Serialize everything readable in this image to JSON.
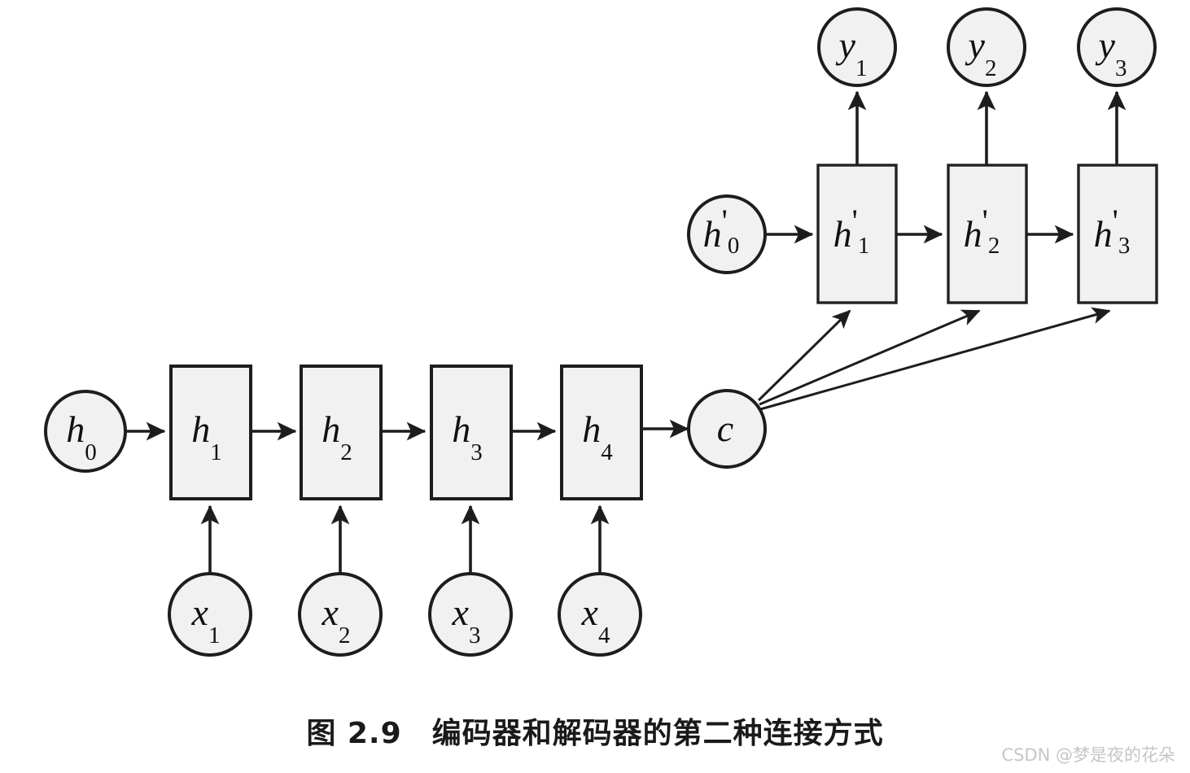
{
  "figure": {
    "caption": "图 2.9　编码器和解码器的第二种连接方式",
    "watermark": "CSDN @梦是夜的花朵",
    "background_color": "#ffffff",
    "node_fill_color": "#f1f1f1",
    "stroke_color": "#1d1d1d"
  },
  "encoder": {
    "init_state": {
      "base": "h",
      "sub": "0",
      "prime": ""
    },
    "hidden_states": [
      {
        "base": "h",
        "sub": "1",
        "prime": ""
      },
      {
        "base": "h",
        "sub": "2",
        "prime": ""
      },
      {
        "base": "h",
        "sub": "3",
        "prime": ""
      },
      {
        "base": "h",
        "sub": "4",
        "prime": ""
      }
    ],
    "inputs": [
      {
        "base": "x",
        "sub": "1",
        "prime": ""
      },
      {
        "base": "x",
        "sub": "2",
        "prime": ""
      },
      {
        "base": "x",
        "sub": "3",
        "prime": ""
      },
      {
        "base": "x",
        "sub": "4",
        "prime": ""
      }
    ]
  },
  "context": {
    "base": "c",
    "sub": "",
    "prime": ""
  },
  "decoder": {
    "init_state": {
      "base": "h",
      "sub": "0",
      "prime": "'"
    },
    "hidden_states": [
      {
        "base": "h",
        "sub": "1",
        "prime": "'"
      },
      {
        "base": "h",
        "sub": "2",
        "prime": "'"
      },
      {
        "base": "h",
        "sub": "3",
        "prime": "'"
      }
    ],
    "outputs": [
      {
        "base": "y",
        "sub": "1",
        "prime": ""
      },
      {
        "base": "y",
        "sub": "2",
        "prime": ""
      },
      {
        "base": "y",
        "sub": "3",
        "prime": ""
      }
    ]
  }
}
